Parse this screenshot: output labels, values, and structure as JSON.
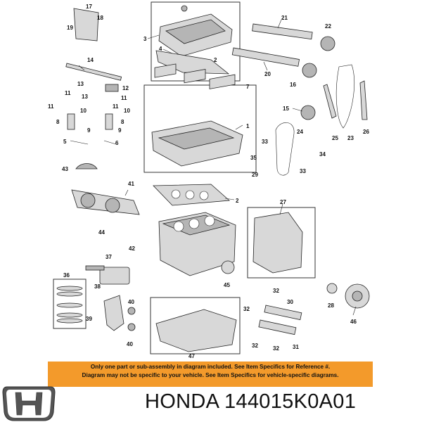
{
  "diagram": {
    "callouts": [
      {
        "id": "c17",
        "text": "17"
      },
      {
        "id": "c18",
        "text": "18"
      },
      {
        "id": "c19",
        "text": "19"
      },
      {
        "id": "c3",
        "text": "3"
      },
      {
        "id": "c4",
        "text": "4"
      },
      {
        "id": "c2a",
        "text": "2"
      },
      {
        "id": "c21",
        "text": "21"
      },
      {
        "id": "c22",
        "text": "22"
      },
      {
        "id": "c20",
        "text": "20"
      },
      {
        "id": "c16",
        "text": "16"
      },
      {
        "id": "c14",
        "text": "14"
      },
      {
        "id": "c13a",
        "text": "13"
      },
      {
        "id": "c12",
        "text": "12"
      },
      {
        "id": "c13b",
        "text": "13"
      },
      {
        "id": "c11a",
        "text": "11"
      },
      {
        "id": "c11b",
        "text": "11"
      },
      {
        "id": "c11c",
        "text": "11"
      },
      {
        "id": "c11d",
        "text": "11"
      },
      {
        "id": "c10a",
        "text": "10"
      },
      {
        "id": "c10b",
        "text": "10"
      },
      {
        "id": "c8a",
        "text": "8"
      },
      {
        "id": "c8b",
        "text": "8"
      },
      {
        "id": "c9a",
        "text": "9"
      },
      {
        "id": "c9b",
        "text": "9"
      },
      {
        "id": "c5",
        "text": "5"
      },
      {
        "id": "c6",
        "text": "6"
      },
      {
        "id": "c7",
        "text": "7"
      },
      {
        "id": "c1",
        "text": "1"
      },
      {
        "id": "c15",
        "text": "15"
      },
      {
        "id": "c25",
        "text": "25"
      },
      {
        "id": "c23",
        "text": "23"
      },
      {
        "id": "c26",
        "text": "26"
      },
      {
        "id": "c24",
        "text": "24"
      },
      {
        "id": "c33a",
        "text": "33"
      },
      {
        "id": "c34",
        "text": "34"
      },
      {
        "id": "c35",
        "text": "35"
      },
      {
        "id": "c33b",
        "text": "33"
      },
      {
        "id": "c29",
        "text": "29"
      },
      {
        "id": "c43",
        "text": "43"
      },
      {
        "id": "c41",
        "text": "41"
      },
      {
        "id": "c2b",
        "text": "2"
      },
      {
        "id": "c27",
        "text": "27"
      },
      {
        "id": "c44",
        "text": "44"
      },
      {
        "id": "c42",
        "text": "42"
      },
      {
        "id": "c37",
        "text": "37"
      },
      {
        "id": "c36",
        "text": "36"
      },
      {
        "id": "c38",
        "text": "38"
      },
      {
        "id": "c45",
        "text": "45"
      },
      {
        "id": "c28",
        "text": "28"
      },
      {
        "id": "c46",
        "text": "46"
      },
      {
        "id": "c32a",
        "text": "32"
      },
      {
        "id": "c30",
        "text": "30"
      },
      {
        "id": "c32b",
        "text": "32"
      },
      {
        "id": "c31",
        "text": "31"
      },
      {
        "id": "c32c",
        "text": "32"
      },
      {
        "id": "c32d",
        "text": "32"
      },
      {
        "id": "c39",
        "text": "39"
      },
      {
        "id": "c40a",
        "text": "40"
      },
      {
        "id": "c40b",
        "text": "40"
      },
      {
        "id": "c47",
        "text": "47"
      }
    ]
  },
  "notice": {
    "line1": "Only one part or sub-assembly in diagram included. See Item Specifics for Reference #.",
    "line2": "Diagram may not be specific to your vehicle. See Item Specifics for vehicle-specific diagrams."
  },
  "caption": {
    "brand": "HONDA",
    "part_number": "144015K0A01"
  },
  "colors": {
    "notice_bg": "#f39a2b",
    "part_fill": "#d8d8d8",
    "ink": "#111111"
  },
  "icons": {
    "logo": "honda-h-logo"
  }
}
